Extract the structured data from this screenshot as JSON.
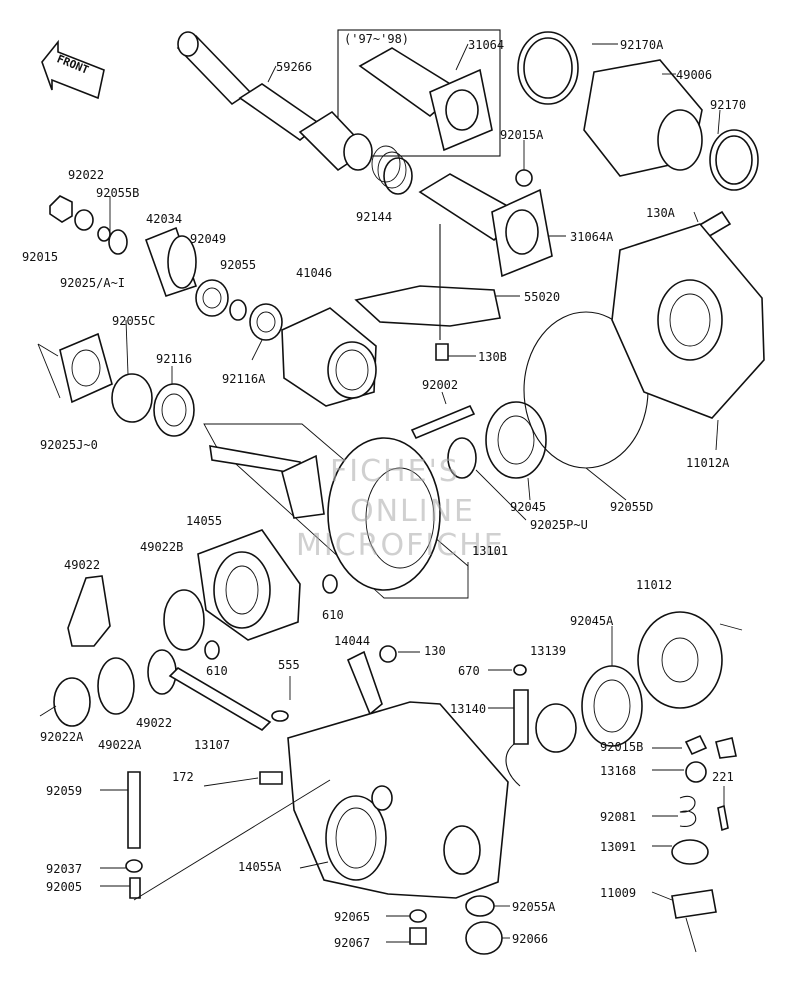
{
  "watermark": [
    "FICHE'S",
    "ONLINE",
    "MICROFICHE"
  ],
  "front_label": "FRONT",
  "bracket_label": "('97~'98)",
  "labels": [
    {
      "id": "31064",
      "text": "31064"
    },
    {
      "id": "92170A",
      "text": "92170A"
    },
    {
      "id": "59266",
      "text": "59266"
    },
    {
      "id": "49006",
      "text": "49006"
    },
    {
      "id": "92170",
      "text": "92170"
    },
    {
      "id": "92015A",
      "text": "92015A"
    },
    {
      "id": "92022",
      "text": "92022"
    },
    {
      "id": "92055B",
      "text": "92055B"
    },
    {
      "id": "42034",
      "text": "42034"
    },
    {
      "id": "92144",
      "text": "92144"
    },
    {
      "id": "130A",
      "text": "130A"
    },
    {
      "id": "92049",
      "text": "92049"
    },
    {
      "id": "31064A",
      "text": "31064A"
    },
    {
      "id": "92015",
      "text": "92015"
    },
    {
      "id": "92055",
      "text": "92055"
    },
    {
      "id": "92025AI",
      "text": "92025/A~I"
    },
    {
      "id": "41046",
      "text": "41046"
    },
    {
      "id": "55020",
      "text": "55020"
    },
    {
      "id": "92055C",
      "text": "92055C"
    },
    {
      "id": "92116",
      "text": "92116"
    },
    {
      "id": "130B",
      "text": "130B"
    },
    {
      "id": "92116A",
      "text": "92116A"
    },
    {
      "id": "92002",
      "text": "92002"
    },
    {
      "id": "92025JO",
      "text": "92025J~0"
    },
    {
      "id": "11012A",
      "text": "11012A"
    },
    {
      "id": "92045",
      "text": "92045"
    },
    {
      "id": "92055D",
      "text": "92055D"
    },
    {
      "id": "14055",
      "text": "14055"
    },
    {
      "id": "92025PU",
      "text": "92025P~U"
    },
    {
      "id": "49022B",
      "text": "49022B"
    },
    {
      "id": "13101",
      "text": "13101"
    },
    {
      "id": "49022top",
      "text": "49022"
    },
    {
      "id": "610a",
      "text": "610"
    },
    {
      "id": "11012",
      "text": "11012"
    },
    {
      "id": "92045A",
      "text": "92045A"
    },
    {
      "id": "14044",
      "text": "14044"
    },
    {
      "id": "130",
      "text": "130"
    },
    {
      "id": "610b",
      "text": "610"
    },
    {
      "id": "670",
      "text": "670"
    },
    {
      "id": "13139",
      "text": "13139"
    },
    {
      "id": "555",
      "text": "555"
    },
    {
      "id": "13140",
      "text": "13140"
    },
    {
      "id": "49022bot",
      "text": "49022"
    },
    {
      "id": "13107",
      "text": "13107"
    },
    {
      "id": "92022A",
      "text": "92022A"
    },
    {
      "id": "49022A",
      "text": "49022A"
    },
    {
      "id": "92015B",
      "text": "92015B"
    },
    {
      "id": "172",
      "text": "172"
    },
    {
      "id": "13168",
      "text": "13168"
    },
    {
      "id": "221",
      "text": "221"
    },
    {
      "id": "92059",
      "text": "92059"
    },
    {
      "id": "92081",
      "text": "92081"
    },
    {
      "id": "13091",
      "text": "13091"
    },
    {
      "id": "14055A",
      "text": "14055A"
    },
    {
      "id": "92037",
      "text": "92037"
    },
    {
      "id": "11009",
      "text": "11009"
    },
    {
      "id": "92005",
      "text": "92005"
    },
    {
      "id": "92055A",
      "text": "92055A"
    },
    {
      "id": "92065",
      "text": "92065"
    },
    {
      "id": "92067",
      "text": "92067"
    },
    {
      "id": "92066",
      "text": "92066"
    }
  ]
}
